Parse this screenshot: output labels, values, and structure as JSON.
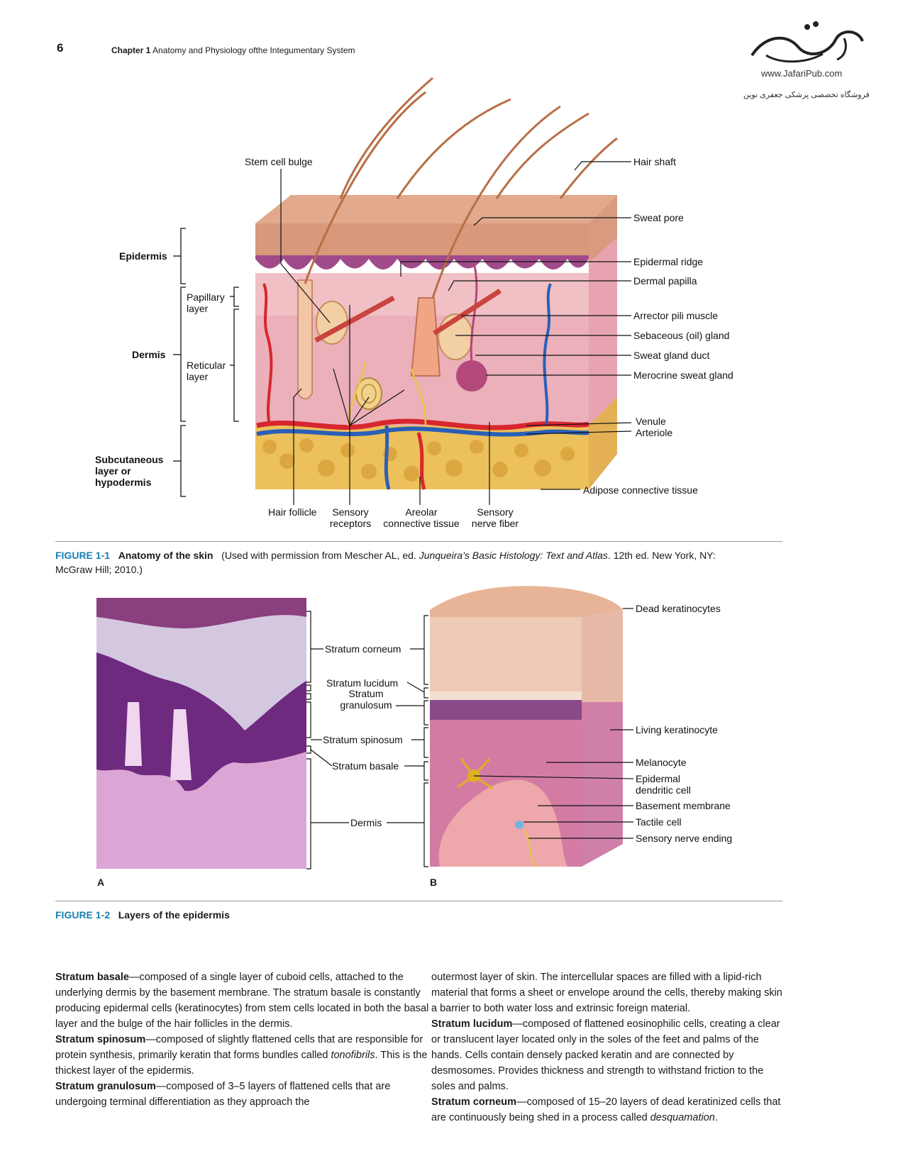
{
  "header": {
    "page_number": "6",
    "chapter_label": "Chapter 1",
    "chapter_title": "Anatomy and Physiology ofthe Integumentary System"
  },
  "publisher": {
    "url": "www.JafariPub.com",
    "tagline": "فروشگاه تخصصی پزشکی جعفری نوین"
  },
  "figure1": {
    "left_labels": {
      "epidermis": "Epidermis",
      "dermis": "Dermis",
      "papillary_line1": "Papillary",
      "papillary_line2": "layer",
      "reticular_line1": "Reticular",
      "reticular_line2": "layer",
      "subcutaneous_line1": "Subcutaneous",
      "subcutaneous_line2": "layer or",
      "subcutaneous_line3": "hypodermis"
    },
    "top_label": "Stem cell bulge",
    "right_labels": [
      "Hair shaft",
      "Sweat pore",
      "Epidermal ridge",
      "Dermal papilla",
      "Arrector pili muscle",
      "Sebaceous (oil) gland",
      "Sweat gland duct",
      "Merocrine sweat gland",
      "Venule",
      "Arteriole",
      "Adipose connective tissue"
    ],
    "bottom_labels": {
      "hair_follicle": "Hair follicle",
      "sensory_receptors_1": "Sensory",
      "sensory_receptors_2": "receptors",
      "areolar_1": "Areolar",
      "areolar_2": "connective tissue",
      "nerve_1": "Sensory",
      "nerve_2": "nerve fiber"
    },
    "caption": {
      "label": "FIGURE 1-1",
      "title": "Anatomy of the skin",
      "text_pre": "(Used with permission from Mescher AL, ed. ",
      "text_italic": "Junqueira's Basic Histology: Text and Atlas",
      "text_post": ". 12th ed. New York, NY:",
      "text_line2": "McGraw Hill; 2010.)"
    }
  },
  "figure2": {
    "panel_a_letter": "A",
    "panel_b_letter": "B",
    "middle_labels": {
      "corneum": "Stratum corneum",
      "lucidum": "Stratum lucidum",
      "granulosum_1": "Stratum",
      "granulosum_2": "granulosum",
      "spinosum": "Stratum spinosum",
      "basale": "Stratum basale",
      "dermis": "Dermis"
    },
    "right_labels": {
      "dead": "Dead keratinocytes",
      "living": "Living keratinocyte",
      "melanocyte": "Melanocyte",
      "dendritic_1": "Epidermal",
      "dendritic_2": "dendritic cell",
      "basement": "Basement membrane",
      "tactile": "Tactile cell",
      "sensory": "Sensory nerve ending"
    },
    "caption": {
      "label": "FIGURE 1-2",
      "title": "Layers of the epidermis"
    }
  },
  "body_text": {
    "basale_term": "Stratum basale",
    "basale_text": "—composed of a single layer of cuboid cells, attached to the underlying dermis by the basement membrane. The stratum basale is constantly producing epidermal cells (keratinocytes) from stem cells located in both the basal layer and the bulge of the hair follicles in the dermis.",
    "spinosum_term": "Stratum spinosum",
    "spinosum_text": "—composed of slightly flattened cells that are responsible for protein synthesis, primarily keratin that forms bundles called ",
    "spinosum_italic": "tonofibrils",
    "spinosum_text2": ". This is the thickest layer of the epidermis.",
    "granulosum_term": "Stratum granulosum",
    "granulosum_text": "—composed of 3–5 layers of flattened cells that are undergoing terminal differentiation as they approach the",
    "col2_text": "outermost layer of skin. The intercellular spaces are filled with a lipid-rich material that forms a sheet or envelope around the cells, thereby making skin a barrier to both water loss and extrinsic foreign material.",
    "lucidum_term": "Stratum lucidum",
    "lucidum_text": "—composed of flattened eosinophilic cells, creating a clear or translucent layer located only in the soles of the feet and palms of the hands. Cells contain densely packed keratin and are connected by desmosomes. Provides thickness and strength to withstand friction to the soles and palms.",
    "corneum_term": "Stratum corneum",
    "corneum_text": "—composed of 15–20 layers of dead keratinized cells that are continuously being shed in a process called ",
    "corneum_italic": "desquamation",
    "corneum_end": "."
  },
  "colors": {
    "caption_blue": "#1b7fb0",
    "epidermis": "#e8b597",
    "dermis": "#e9a7b3",
    "adipose": "#e9b84a",
    "artery": "#d8262e",
    "vein": "#2a5fb8"
  }
}
